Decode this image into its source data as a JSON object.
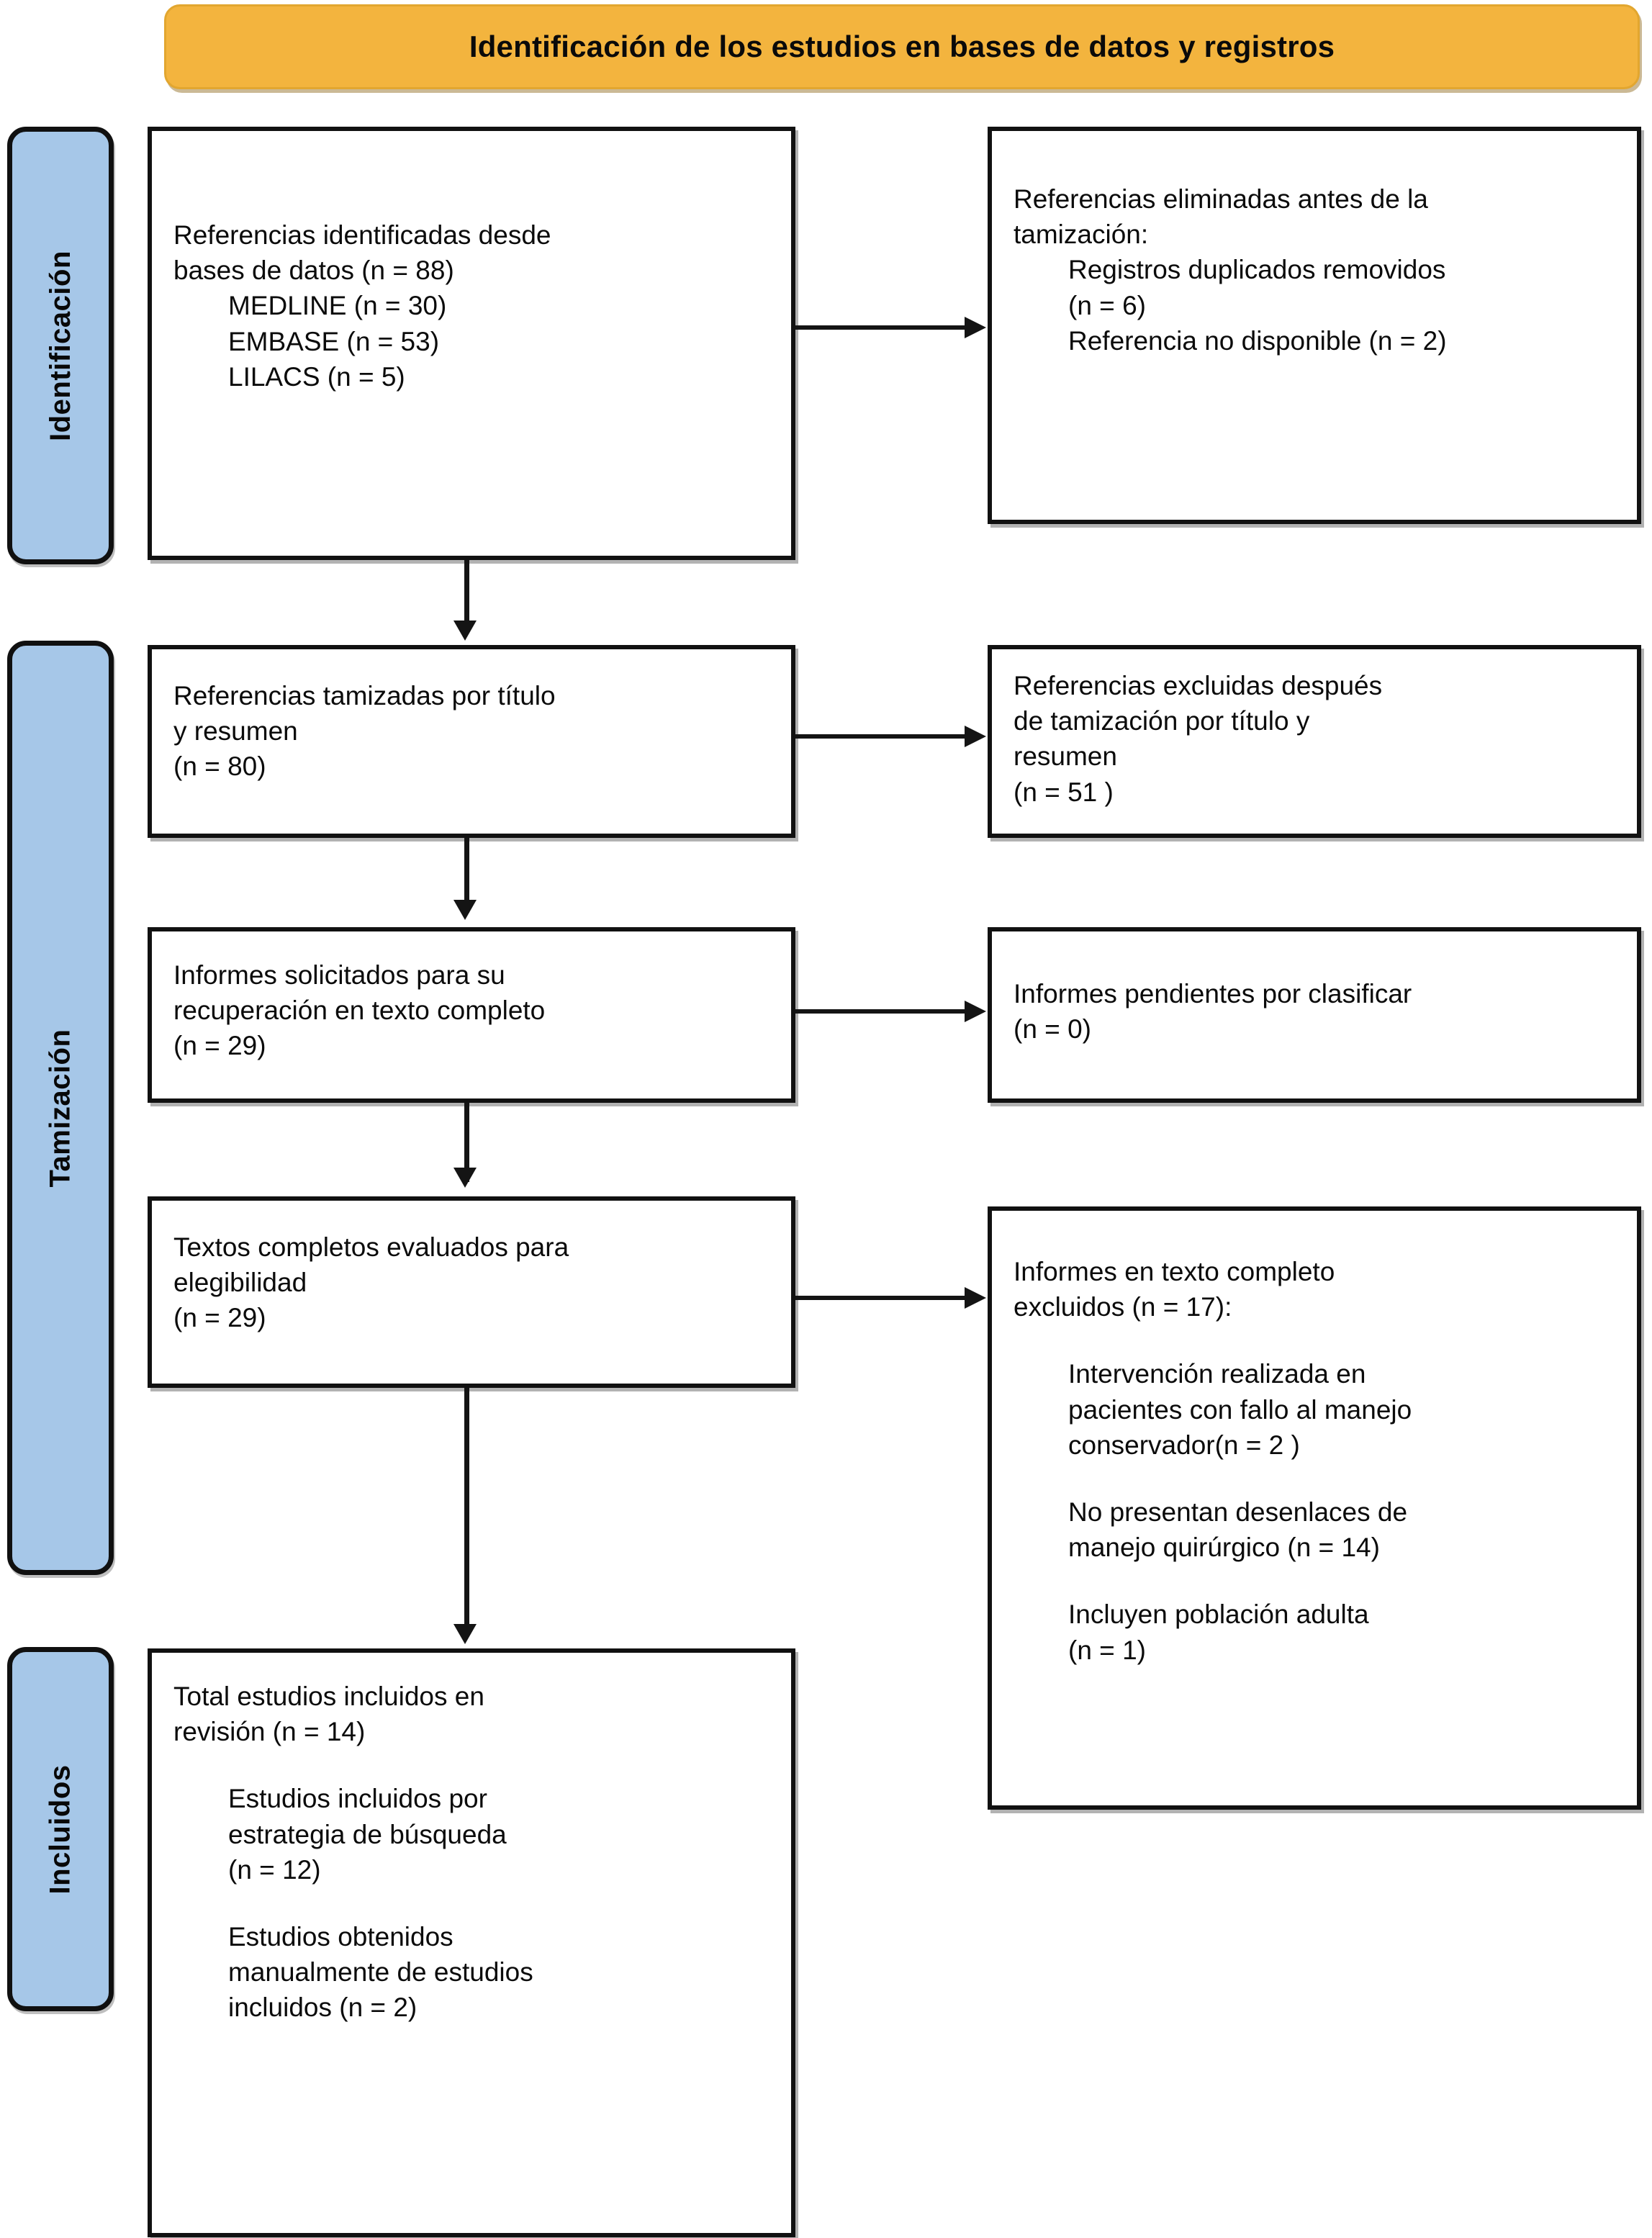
{
  "diagram": {
    "type": "PRISMA flow diagram",
    "language": "es",
    "colors": {
      "banner": "#F3B43E",
      "stage_pill": "#A6C7E8",
      "box_border": "#111111",
      "box_fill": "#FFFFFF",
      "connector": "#141414"
    }
  },
  "banner": {
    "title": "Identificación de los estudios en bases de datos y registros"
  },
  "stages": [
    {
      "id": "identificacion",
      "label": "Identificación"
    },
    {
      "id": "tamizacion",
      "label": "Tamización"
    },
    {
      "id": "incluidos",
      "label": "Incluidos"
    }
  ],
  "boxes": {
    "identified": {
      "lines": [
        "Referencias identificadas desde",
        "bases de datos (n = 88)",
        "MEDLINE (n = 30)",
        "EMBASE (n = 53)",
        "LILACS (n = 5)"
      ]
    },
    "removed": {
      "lines": [
        "Referencias eliminadas antes de la",
        "tamización:",
        "Registros duplicados removidos",
        "(n = 6)",
        "Referencia no disponible (n = 2)"
      ]
    },
    "screened": {
      "lines": [
        "Referencias tamizadas por título",
        "y resumen",
        "(n = 80)"
      ]
    },
    "excluded_title_abstract": {
      "lines": [
        "Referencias excluidas después",
        "de tamización por título y",
        "resumen",
        "(n = 51 )"
      ]
    },
    "sought": {
      "lines": [
        "Informes solicitados para su",
        "recuperación en texto completo",
        "(n = 29)"
      ]
    },
    "pending": {
      "lines": [
        "Informes pendientes por clasificar",
        "(n = 0)"
      ]
    },
    "assessed": {
      "lines": [
        "Textos completos evaluados para",
        "elegibilidad",
        "(n = 29)"
      ]
    },
    "excluded_fulltext": {
      "header": [
        "Informes en texto completo",
        "excluidos (n = 17):"
      ],
      "reasons": [
        [
          "Intervención realizada en",
          "pacientes con fallo al manejo",
          "conservador(n = 2 )"
        ],
        [
          "No presentan desenlaces de",
          "manejo quirúrgico (n = 14)"
        ],
        [
          "Incluyen población adulta",
          "(n = 1)"
        ]
      ]
    },
    "included": {
      "header": [
        "Total estudios incluidos en",
        "revisión (n = 14)"
      ],
      "sub": [
        [
          "Estudios incluidos por",
          "estrategia de búsqueda",
          "(n = 12)"
        ],
        [
          "Estudios obtenidos",
          "manualmente de estudios",
          "incluidos (n = 2)"
        ]
      ]
    }
  },
  "counts": {
    "identified_total": 88,
    "medline": 30,
    "embase": 53,
    "lilacs": 5,
    "duplicates_removed": 6,
    "reference_unavailable": 2,
    "screened": 80,
    "excluded_title_abstract": 51,
    "sought_fulltext": 29,
    "pending_classification": 0,
    "assessed_eligibility": 29,
    "excluded_fulltext_total": 17,
    "excluded_conservative_failure": 2,
    "excluded_no_surgical_outcomes": 14,
    "excluded_adult_population": 1,
    "included_total": 14,
    "included_by_search": 12,
    "included_manual": 2
  }
}
